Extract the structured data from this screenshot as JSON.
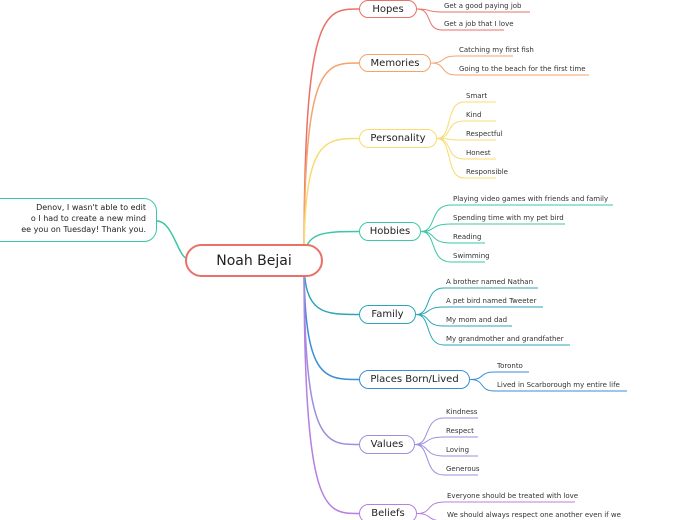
{
  "root": {
    "label": "Noah Bejai",
    "color": "#e8716a"
  },
  "note": {
    "lines": [
      "Denov, I wasn't able to edit",
      "o I had to create a new mind",
      "ee you on Tuesday! Thank you."
    ],
    "color": "#3cc7a6"
  },
  "branches": [
    {
      "label": "Hopes",
      "color": "#e8716a",
      "items": [
        "Get a good paying job",
        "Get a job that I love"
      ]
    },
    {
      "label": "Memories",
      "color": "#f5a36c",
      "items": [
        "Catching my first fish",
        "Going to the beach for the first time"
      ]
    },
    {
      "label": "Personality",
      "color": "#f7dc6f",
      "items": [
        "Smart",
        "Kind",
        "Respectful",
        "Honest",
        "Responsible"
      ]
    },
    {
      "label": "Hobbies",
      "color": "#3cc7a6",
      "items": [
        "Playing video games with friends and family",
        "Spending time with my pet bird",
        "Reading",
        "Swimming"
      ]
    },
    {
      "label": "Family",
      "color": "#2aa5b8",
      "items": [
        "A brother named Nathan",
        "A pet bird named Tweeter",
        "My mom and dad",
        "My grandmother and grandfather"
      ]
    },
    {
      "label": "Places Born/Lived",
      "color": "#3a8fd6",
      "items": [
        "Toronto",
        "Lived in Scarborough my entire life"
      ]
    },
    {
      "label": "Values",
      "color": "#9b8fe0",
      "items": [
        "Kindness",
        "Respect",
        "Loving",
        "Generous"
      ]
    },
    {
      "label": "Beliefs",
      "color": "#b67fe0",
      "items": [
        "Everyone should be treated with love",
        "We should always respect one another even if we disagree"
      ]
    }
  ]
}
